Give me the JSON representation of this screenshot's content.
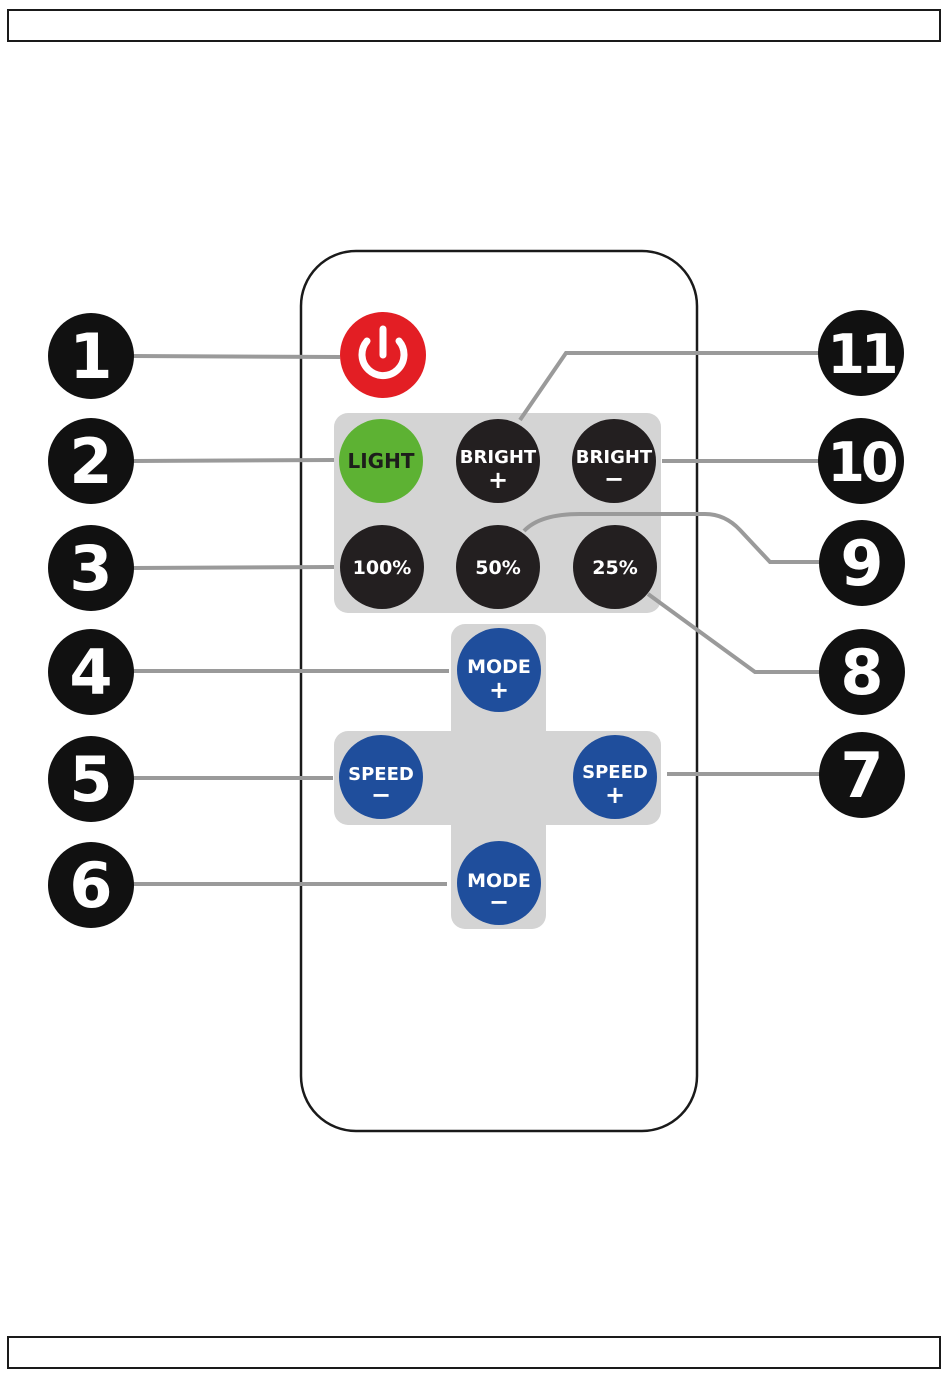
{
  "colors": {
    "power": "#e31e24",
    "light": "#5db233",
    "dark_button": "#231f20",
    "blue_button": "#1f4e9c",
    "panel": "#d4d4d4",
    "callout": "#111111",
    "leader": "#9a9a9a"
  },
  "buttons": {
    "power": {
      "icon": "power-icon"
    },
    "light": {
      "line1": "LIGHT"
    },
    "bright_plus": {
      "line1": "BRIGHT",
      "line2": "+"
    },
    "bright_minus": {
      "line1": "BRIGHT",
      "line2": "−"
    },
    "p100": {
      "line1": "100%"
    },
    "p50": {
      "line1": "50%"
    },
    "p25": {
      "line1": "25%"
    },
    "mode_plus": {
      "line1": "MODE",
      "line2": "+"
    },
    "speed_minus": {
      "line1": "SPEED",
      "line2": "−"
    },
    "speed_plus": {
      "line1": "SPEED",
      "line2": "+"
    },
    "mode_minus": {
      "line1": "MODE",
      "line2": "−"
    }
  },
  "callouts": {
    "c1": "1",
    "c2": "2",
    "c3": "3",
    "c4": "4",
    "c5": "5",
    "c6": "6",
    "c7": "7",
    "c8": "8",
    "c9": "9",
    "c10": "10",
    "c11": "11"
  }
}
